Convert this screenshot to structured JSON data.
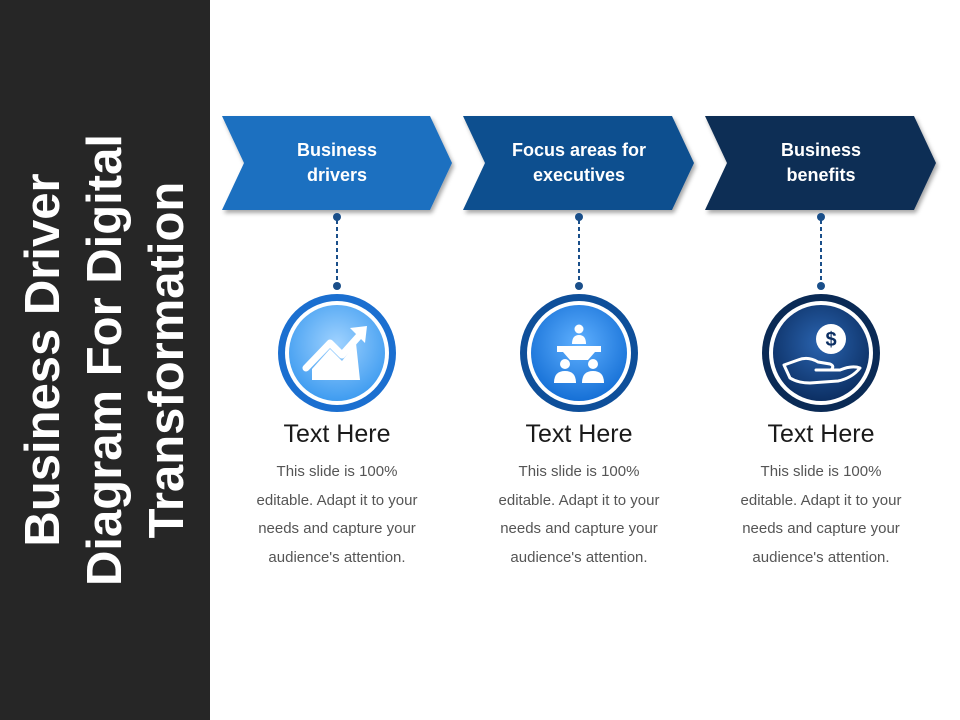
{
  "slide": {
    "title": "Business Driver Diagram For Digital Transformation",
    "title_lines": "Business  Driver\nDiagram For Digital\nTransformation"
  },
  "columns": [
    {
      "header": "Business\ndrivers",
      "header_color": "#1c6fc0",
      "icon": "growth-chart-icon",
      "card_title": "Text Here",
      "card_body": "This slide is 100% editable. Adapt it to your needs and capture your audience's attention."
    },
    {
      "header": "Focus areas for\nexecutives",
      "header_color": "#0f4f8f",
      "icon": "meeting-people-icon",
      "card_title": "Text Here",
      "card_body": "This slide is 100% editable. Adapt it to your needs and capture your audience's attention."
    },
    {
      "header": "Business\nbenefits",
      "header_color": "#0b2d55",
      "icon": "hand-dollar-icon",
      "card_title": "Text Here",
      "card_body": "This slide is 100% editable. Adapt it to your needs and capture your audience's attention."
    }
  ],
  "colors": {
    "sidebar": "#262626",
    "connector": "#1a4f8a",
    "circle_light": "#6db6ff",
    "circle_mid": "#2a86e8",
    "circle_dark": "#0d3c78"
  }
}
